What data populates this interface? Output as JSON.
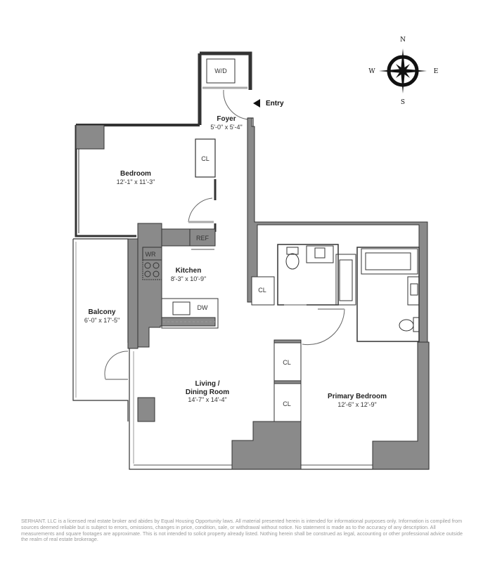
{
  "entry": {
    "label": "Entry"
  },
  "compass": {
    "n": "N",
    "s": "S",
    "e": "E",
    "w": "W"
  },
  "rooms": {
    "foyer": {
      "name": "Foyer",
      "dims": "5'-0\" x 5'-4\""
    },
    "bedroom": {
      "name": "Bedroom",
      "dims": "12'-1\" x 11'-3\""
    },
    "kitchen": {
      "name": "Kitchen",
      "dims": "8'-3\" x 10'-9\""
    },
    "balcony": {
      "name": "Balcony",
      "dims": "6'-0\" x 17'-5\""
    },
    "living": {
      "name_line1": "Living /",
      "name_line2": "Dining Room",
      "dims": "14'-7\" x 14'-4\""
    },
    "primary": {
      "name": "Primary Bedroom",
      "dims": "12'-6\" x 12'-9\""
    }
  },
  "fixtures": {
    "wd": "W/D",
    "cl_bedroom": "CL",
    "ref": "REF",
    "wr": "WR",
    "dw": "DW",
    "cl_hall": "CL",
    "cl_primary_1": "CL",
    "cl_primary_2": "CL"
  },
  "colors": {
    "wall_fill": "#8a8a8a",
    "wall_stroke": "#333333",
    "background": "#ffffff"
  },
  "disclaimer": "SERHANT. LLC is a licensed real estate broker and abides by Equal Housing Opportunity laws. All material presented herein is intended for informational purposes only. Information is compiled from sources deemed reliable but is subject to errors, omissions, changes in price, condition, sale, or withdrawal without notice. No statement is made as to the accuracy of any description. All measurements and square footages are approximate. This is not intended to solicit property already listed. Nothing herein shall be construed as legal, accounting or other professional advice outside the realm of real estate brokerage."
}
